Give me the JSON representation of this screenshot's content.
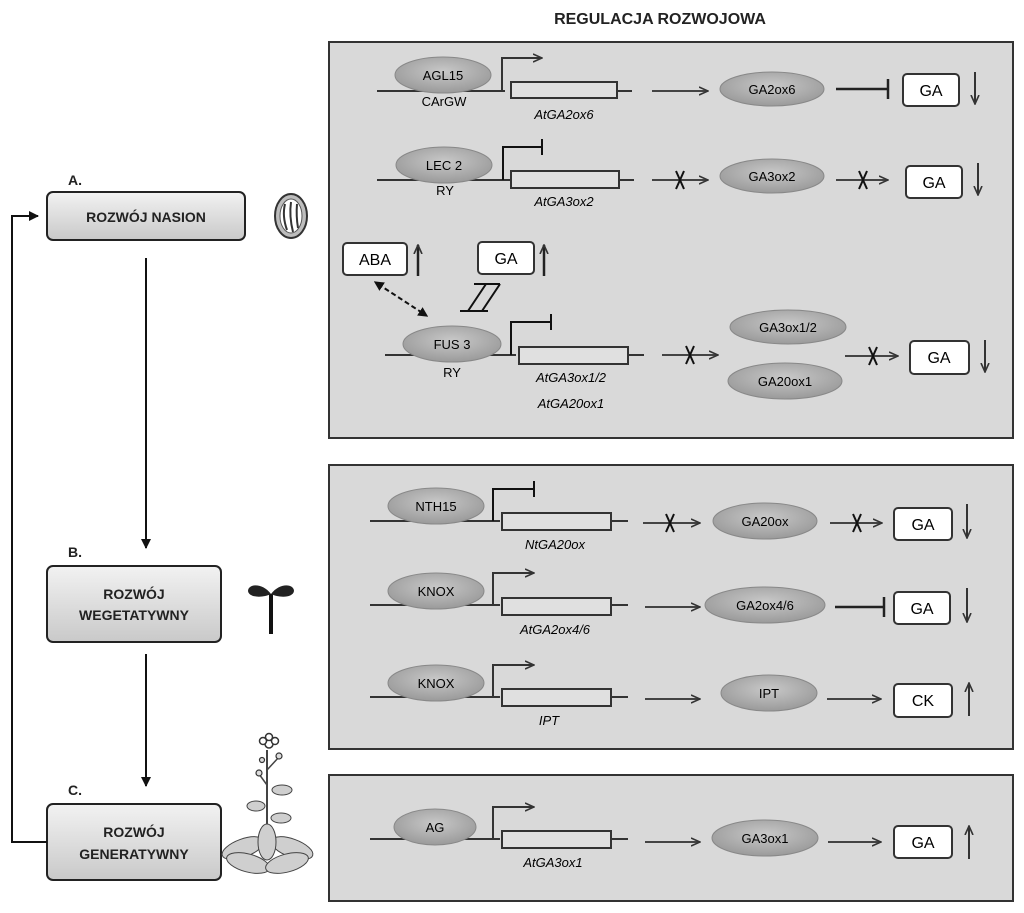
{
  "title": "REGULACJA ROZWOJOWA",
  "stages": [
    {
      "letter": "A.",
      "label_lines": [
        "ROZWÓJ NASION"
      ]
    },
    {
      "letter": "B.",
      "label_lines": [
        "ROZWÓJ",
        "WEGETATYWNY"
      ]
    },
    {
      "letter": "C.",
      "label_lines": [
        "ROZWÓJ",
        "GENERATYWNY"
      ]
    }
  ],
  "panel1": {
    "row1": {
      "tf": "AGL15",
      "site": "CArGW",
      "gene": "AtGA2ox6",
      "enzyme": "GA2ox6",
      "hormone": "GA",
      "trend": "down"
    },
    "row2": {
      "tf": "LEC 2",
      "site": "RY",
      "gene": "AtGA3ox2",
      "enzyme": "GA3ox2",
      "hormone": "GA",
      "trend": "down"
    },
    "row3": {
      "aba": "ABA",
      "ga_top": "GA",
      "tf": "FUS 3",
      "site": "RY",
      "gene1": "AtGA3ox1/2",
      "gene2": "AtGA20ox1",
      "enzyme1": "GA3ox1/2",
      "enzyme2": "GA20ox1",
      "hormone": "GA",
      "trend": "down"
    }
  },
  "panel2": {
    "row1": {
      "tf": "NTH15",
      "gene": "NtGA20ox",
      "enzyme": "GA20ox",
      "hormone": "GA",
      "trend": "down"
    },
    "row2": {
      "tf": "KNOX",
      "gene": "AtGA2ox4/6",
      "enzyme": "GA2ox4/6",
      "hormone": "GA",
      "trend": "down"
    },
    "row3": {
      "tf": "KNOX",
      "gene": "IPT",
      "enzyme": "IPT",
      "hormone": "CK",
      "trend": "up"
    }
  },
  "panel3": {
    "row1": {
      "tf": "AG",
      "gene": "AtGA3ox1",
      "enzyme": "GA3ox1",
      "hormone": "GA",
      "trend": "up"
    }
  },
  "icons": [
    "seed-icon",
    "seedling-icon",
    "flowering-plant-icon"
  ],
  "colors": {
    "panel": "#d9d9d9",
    "ellipse": "#a6a6a6",
    "stage_box": "#e0e0e0",
    "line": "#333333"
  }
}
